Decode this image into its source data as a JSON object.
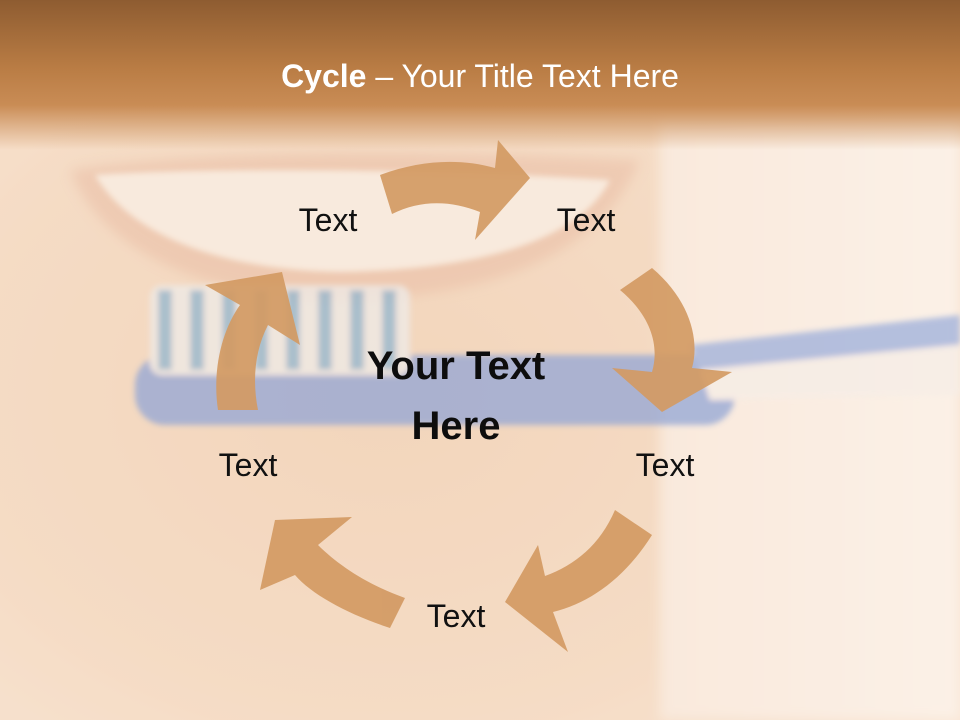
{
  "slide": {
    "title_bold": "Cycle",
    "title_rest": " – Your Title Text Here",
    "center_text": "Your Text Here",
    "nodes": [
      {
        "label": "Text"
      },
      {
        "label": "Text"
      },
      {
        "label": "Text"
      },
      {
        "label": "Text"
      },
      {
        "label": "Text"
      }
    ],
    "arrow_color": "#d39a63",
    "title_bar_color": "#a86e3c",
    "background_image": "smiling-mouth-with-toothbrush"
  }
}
